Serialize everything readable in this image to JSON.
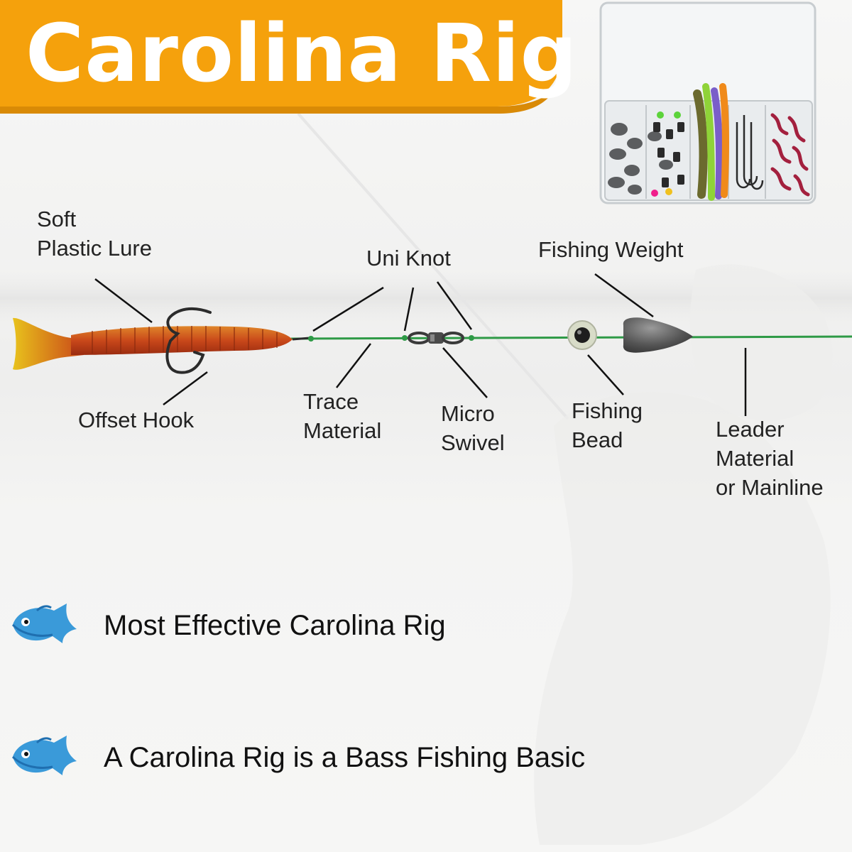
{
  "banner": {
    "title": "Carolina Rig",
    "color": "#f5a10c"
  },
  "labels": {
    "soft_plastic_lure": [
      "Soft",
      "Plastic Lure"
    ],
    "offset_hook": [
      "Offset Hook"
    ],
    "uni_knot": [
      "Uni Knot"
    ],
    "trace_material": [
      "Trace",
      "Material"
    ],
    "micro_swivel": [
      "Micro",
      "Swivel"
    ],
    "fishing_weight": [
      "Fishing Weight"
    ],
    "fishing_bead": [
      "Fishing",
      "Bead"
    ],
    "leader_material": [
      "Leader",
      "Material",
      "or Mainline"
    ]
  },
  "colors": {
    "line": "#2e9a46",
    "lure": "#c9481a",
    "weight": "#4a4a4a",
    "fish_icon": "#3a9ad9"
  },
  "bullets": [
    {
      "text": "Most Effective Carolina Rig",
      "icon": "fish-icon"
    },
    {
      "text": "A Carolina Rig is a Bass Fishing Basic",
      "icon": "fish-icon"
    }
  ]
}
